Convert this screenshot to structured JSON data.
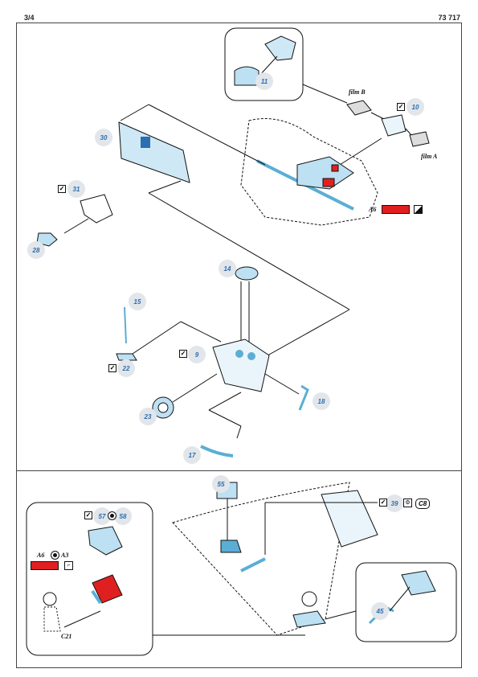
{
  "header": {
    "page": "3/4",
    "set_number": "73 717"
  },
  "parts": {
    "p11": "11",
    "p10": "10",
    "p30": "30",
    "p31": "31",
    "p28": "28",
    "p14": "14",
    "p15": "15",
    "p9": "9",
    "p22": "22",
    "p23": "23",
    "p18": "18",
    "p17": "17",
    "p55": "55",
    "p57": "57",
    "p58": "58",
    "p39": "39",
    "p45": "45"
  },
  "labels": {
    "film_b": "film B",
    "film_a": "film A",
    "a6_top": "A6",
    "a6_bottom": "A6",
    "a3": "A3",
    "c21": "C21",
    "c8": "C8"
  },
  "colors": {
    "part_blue": "#5aaed6",
    "red": "#e02020",
    "outline": "#111111"
  },
  "icons": [
    "check-icon",
    "half-black-icon",
    "glue-icon",
    "paint-icon"
  ]
}
